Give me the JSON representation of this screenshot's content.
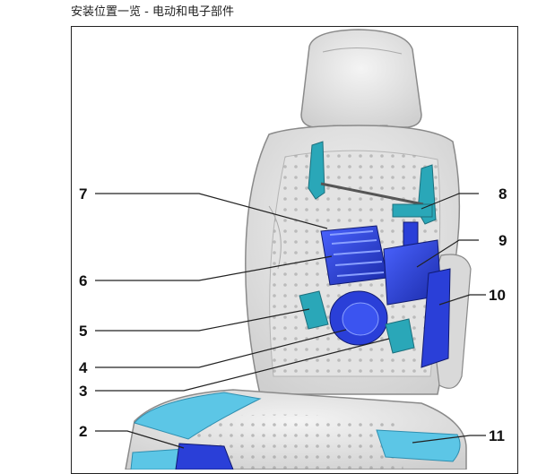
{
  "page_title": "安装位置一览 - 电动和电子部件",
  "callouts": [
    {
      "id": "callout-1",
      "number": "7"
    },
    {
      "id": "callout-2",
      "number": "6"
    },
    {
      "id": "callout-3",
      "number": "5"
    },
    {
      "id": "callout-4",
      "number": "4"
    },
    {
      "id": "callout-5",
      "number": "3"
    },
    {
      "id": "callout-6",
      "number": "2"
    },
    {
      "id": "callout-7",
      "number": "8"
    },
    {
      "id": "callout-8",
      "number": "9"
    },
    {
      "id": "callout-9",
      "number": "10"
    },
    {
      "id": "callout-10",
      "number": "11"
    }
  ],
  "colors": {
    "seat_gray": "#e6e6e6",
    "seat_outline": "#9a9a9a",
    "module_blue": "#2a3fd8",
    "teal_part": "#2aa7b8",
    "cushion_cyan": "#5cc6e6"
  }
}
